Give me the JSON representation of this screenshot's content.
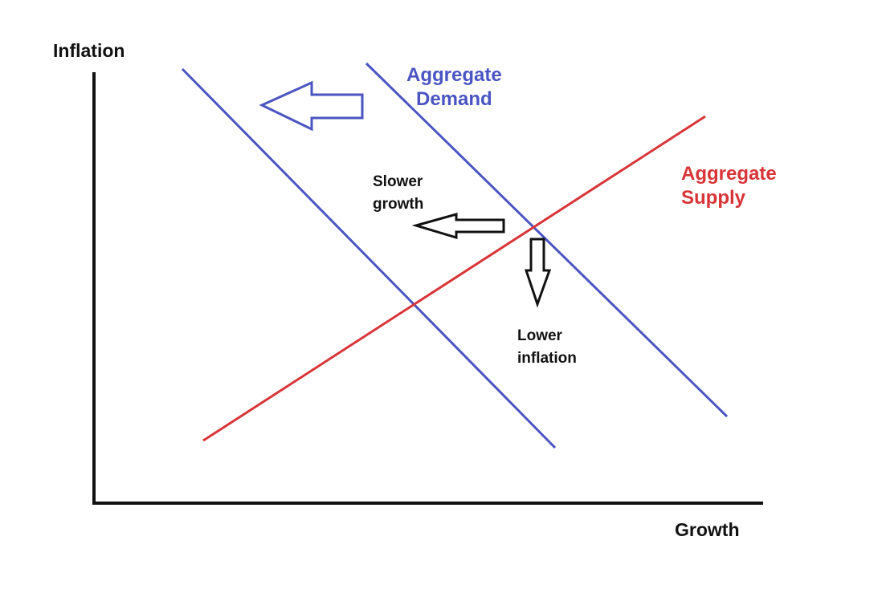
{
  "colors": {
    "demand": "#4a55c2",
    "supply": "#d93437",
    "axis": "#111111",
    "arrow_outline": "#111111"
  },
  "axes": {
    "y_label": "Inflation",
    "x_label": "Growth"
  },
  "curves": {
    "demand_label_line1": "Aggregate",
    "demand_label_line2": "Demand",
    "supply_label_line1": "Aggregate",
    "supply_label_line2": "Supply"
  },
  "annotations": {
    "slower_growth_line1": "Slower",
    "slower_growth_line2": "growth",
    "lower_inflation_line1": "Lower",
    "lower_inflation_line2": "inflation"
  }
}
